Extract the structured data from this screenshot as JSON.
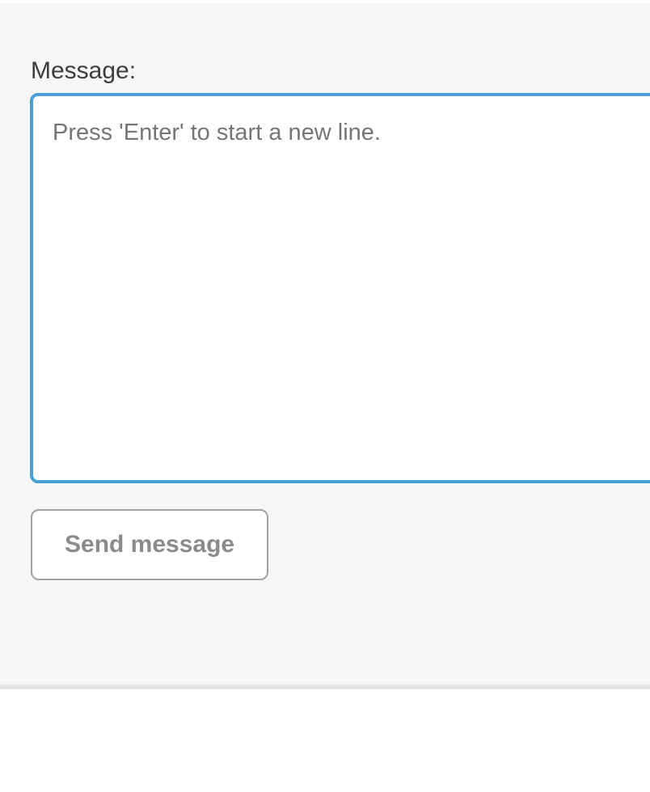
{
  "form": {
    "label": "Message:",
    "textarea": {
      "placeholder": "Press 'Enter' to start a new line.",
      "value": ""
    },
    "send_button_label": "Send message"
  },
  "colors": {
    "panel_background": "#f6f6f6",
    "textarea_border": "#47a0d6",
    "textarea_background": "#ffffff",
    "placeholder_text": "#757575",
    "label_text": "#3d3d3d",
    "button_background": "#ffffff",
    "button_border": "#a1a1a1",
    "button_text": "#8b8b8b",
    "divider": "#e4e4e4"
  }
}
